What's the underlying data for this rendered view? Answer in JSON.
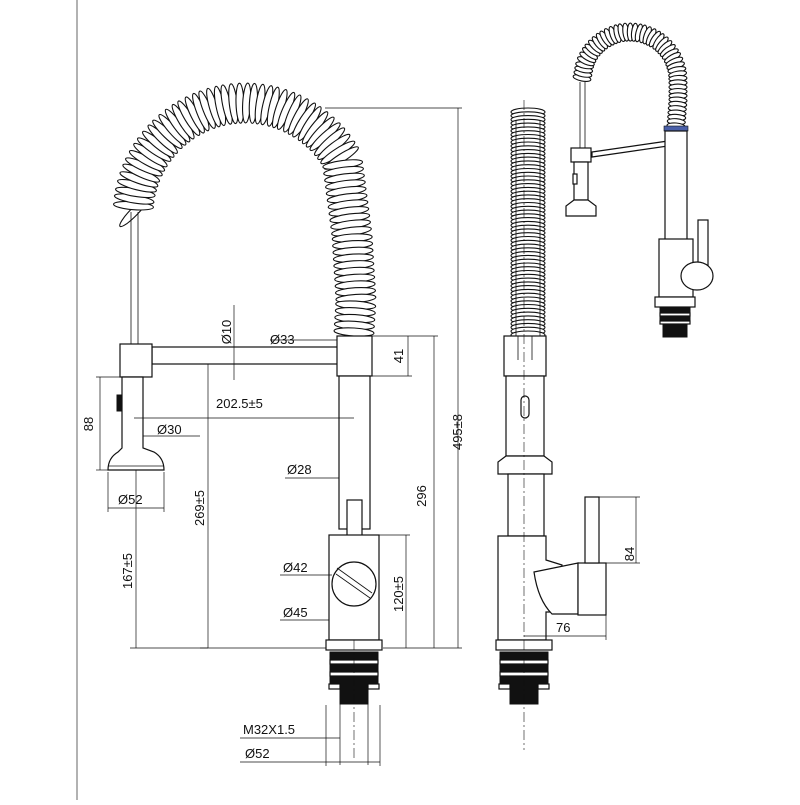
{
  "drawing": {
    "dimensions": {
      "dia_10": "Ø10",
      "dia_33": "Ø33",
      "dim_41": "41",
      "dim_202": "202.5±5",
      "dim_88": "88",
      "dia_30": "Ø30",
      "dia_28": "Ø28",
      "dia_52_spray": "Ø52",
      "dim_269": "269±5",
      "dim_296": "296",
      "dim_495": "495±8",
      "dim_167": "167±5",
      "dia_42": "Ø42",
      "dim_120": "120±5",
      "dia_45": "Ø45",
      "thread": "M32X1.5",
      "dia_52_base": "Ø52",
      "dim_84": "84",
      "dim_76": "76"
    },
    "colors": {
      "line": "#111111",
      "accent_ring": "#4a5fa8"
    }
  }
}
